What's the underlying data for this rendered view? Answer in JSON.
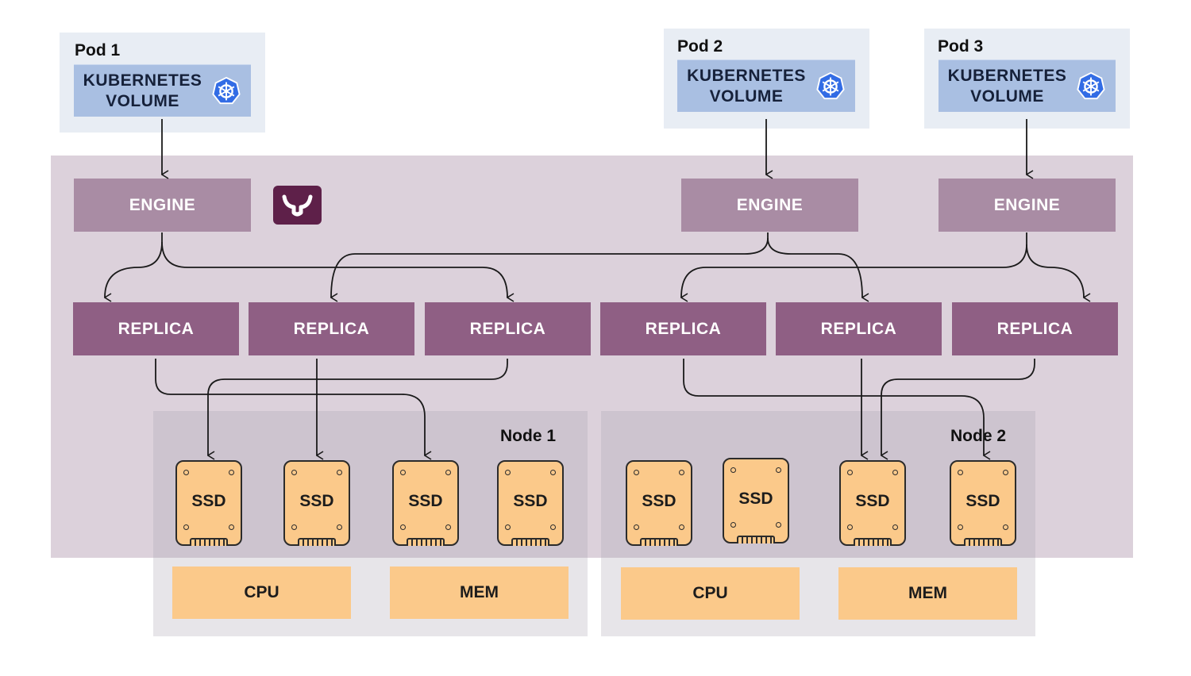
{
  "pods": [
    {
      "title": "Pod 1",
      "volume_line1": "KUBERNETES",
      "volume_line2": "VOLUME",
      "icon": "kubernetes-helm-icon"
    },
    {
      "title": "Pod 2",
      "volume_line1": "KUBERNETES",
      "volume_line2": "VOLUME",
      "icon": "kubernetes-helm-icon"
    },
    {
      "title": "Pod 3",
      "volume_line1": "KUBERNETES",
      "volume_line2": "VOLUME",
      "icon": "kubernetes-helm-icon"
    }
  ],
  "engines": [
    "ENGINE",
    "ENGINE",
    "ENGINE"
  ],
  "logo_icon": "longhorn-logo-icon",
  "replicas": [
    "REPLICA",
    "REPLICA",
    "REPLICA",
    "REPLICA",
    "REPLICA",
    "REPLICA"
  ],
  "nodes": [
    {
      "label": "Node 1",
      "ssds": [
        "SSD",
        "SSD",
        "SSD",
        "SSD"
      ],
      "cpu": "CPU",
      "mem": "MEM"
    },
    {
      "label": "Node 2",
      "ssds": [
        "SSD",
        "SSD",
        "SSD",
        "SSD"
      ],
      "cpu": "CPU",
      "mem": "MEM"
    }
  ],
  "colors": {
    "pod_bg": "#e8edf4",
    "volume": "#a9bfe2",
    "longhorn_band": "#dcd1db",
    "engine": "#a98ca4",
    "replica": "#8f5f84",
    "ssd": "#fbc98a",
    "logo": "#5e2049",
    "kubernetes_blue": "#326ce5"
  }
}
